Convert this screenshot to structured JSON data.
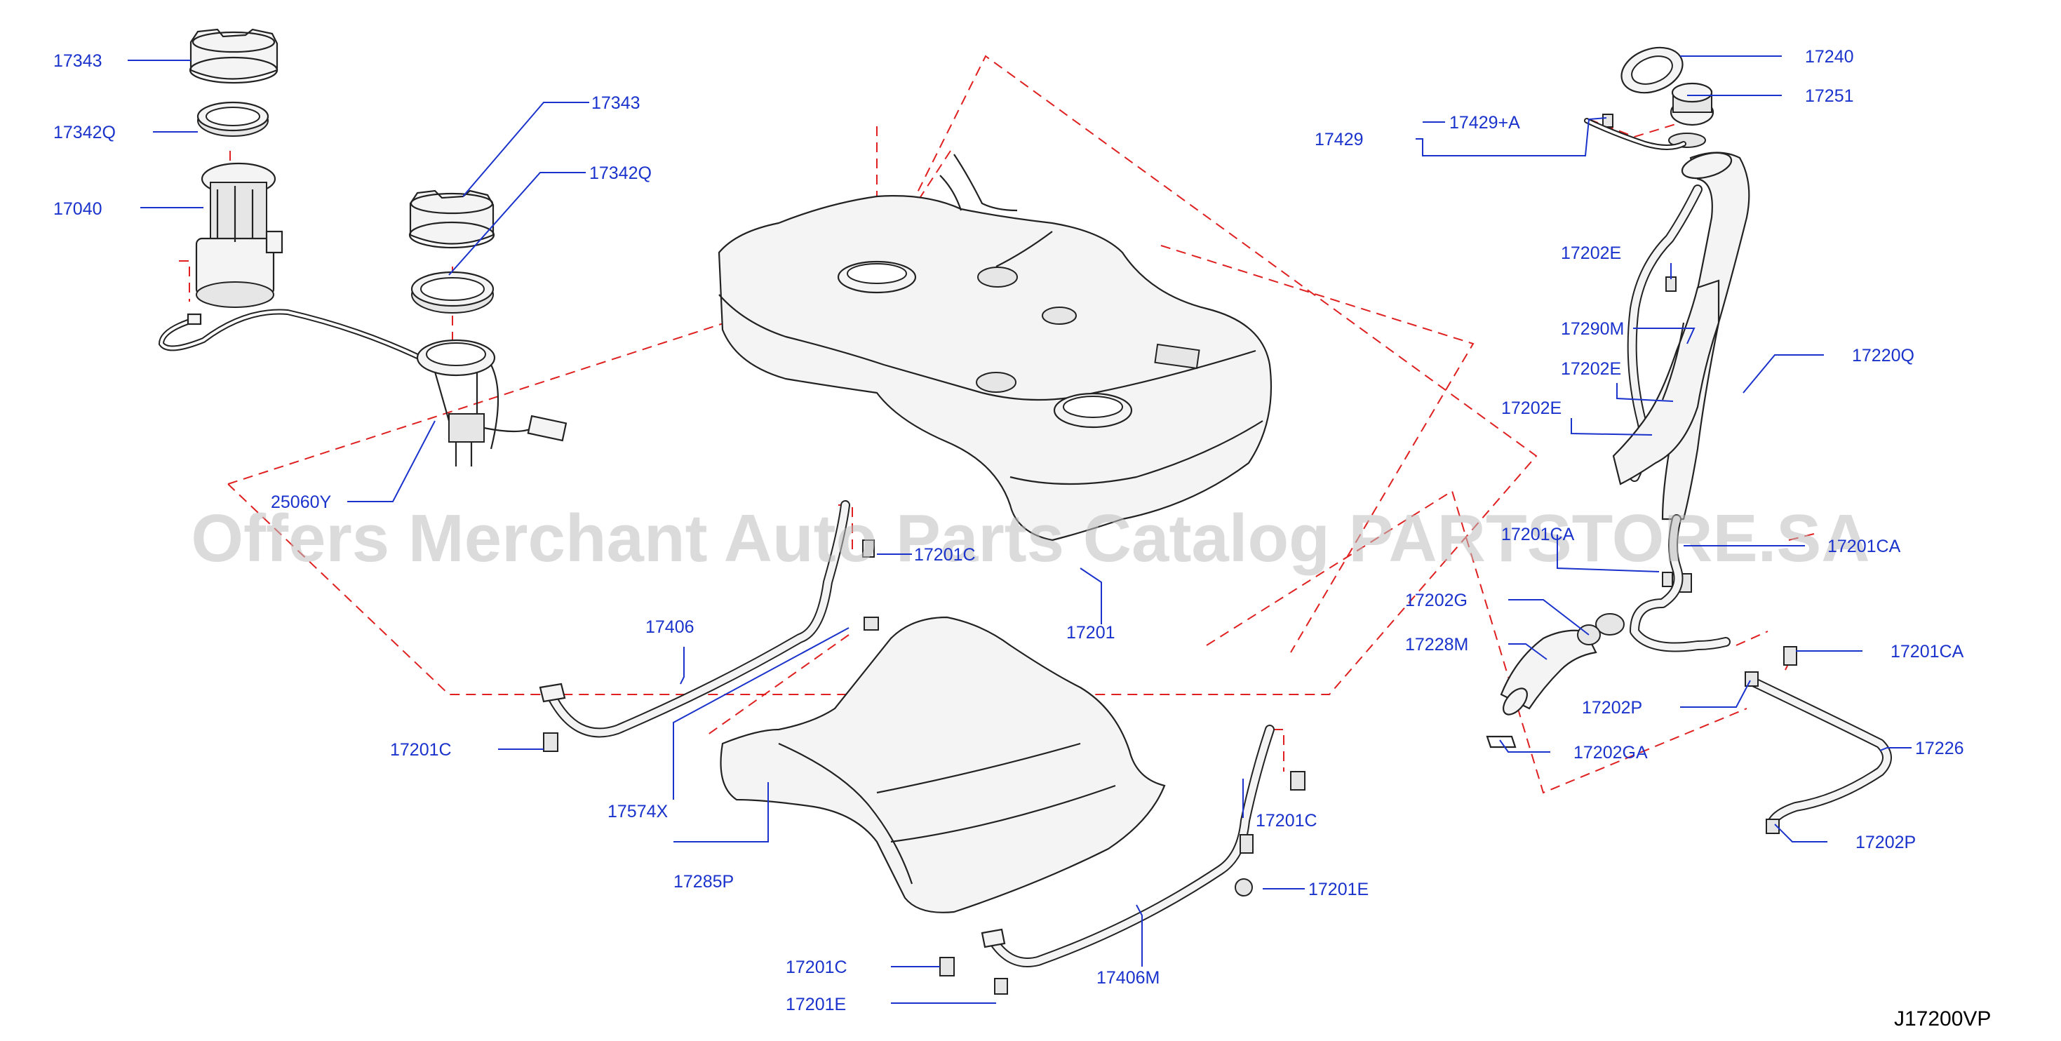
{
  "diagram": {
    "callouts": [
      "17343",
      "17342Q",
      "17040",
      "17343",
      "17342Q",
      "25060Y",
      "17201C",
      "17406",
      "17201",
      "17201C",
      "17574X",
      "17285P",
      "17201C",
      "17201E",
      "17201C",
      "17201E",
      "17406M",
      "17240",
      "17251",
      "17429",
      "17429+A",
      "17202E",
      "17290M",
      "17202E",
      "17202E",
      "17220Q",
      "17201CA",
      "17201CA",
      "17202G",
      "17228M",
      "17201CA",
      "17202P",
      "17202GA",
      "17226",
      "17202P"
    ],
    "diagram_code": "J17200VP",
    "watermark": "Offers Merchant Auto Parts Catalog PARTSTORE.SA"
  },
  "colors": {
    "label": "#1a33cc",
    "phantom_line": "#e02020",
    "watermark": "#bdbdbd"
  }
}
